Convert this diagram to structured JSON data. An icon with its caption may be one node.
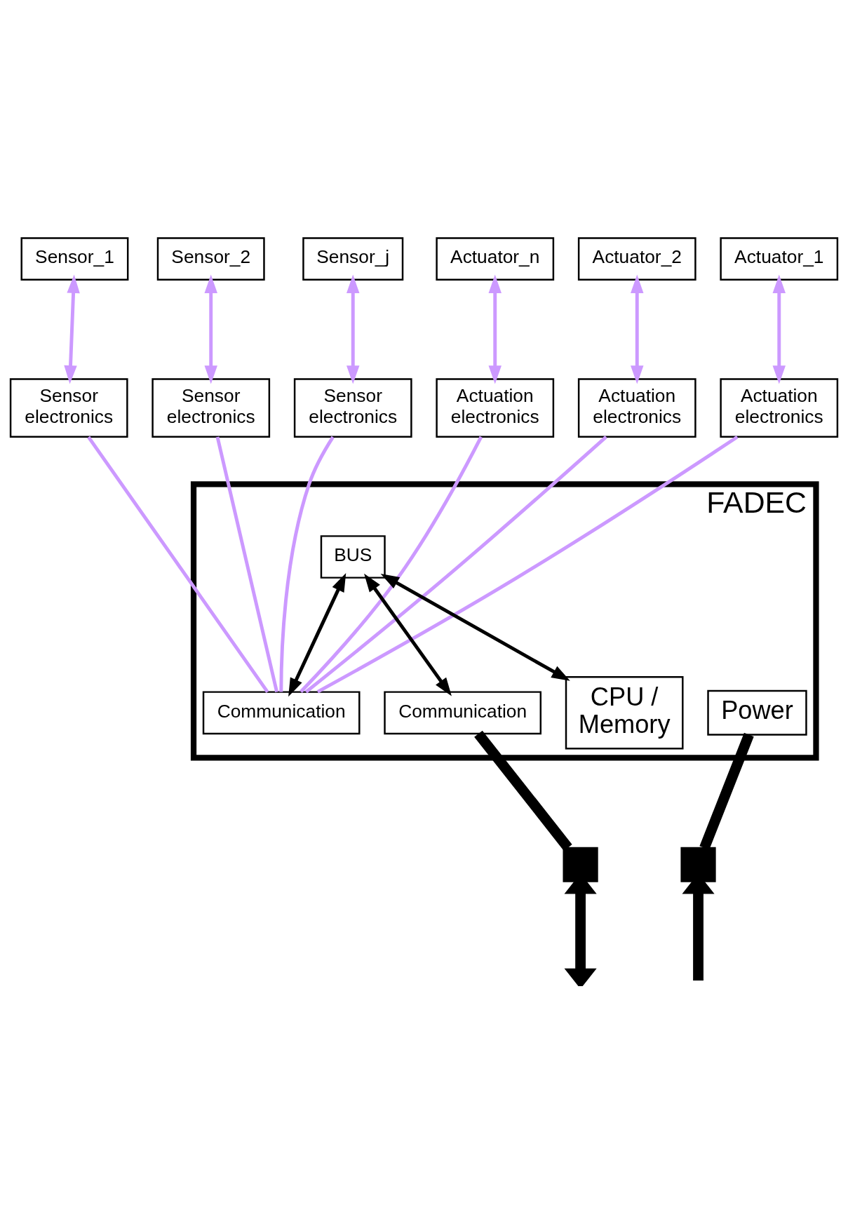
{
  "diagram": {
    "nodes": [
      {
        "text": [
          "Sensor_1"
        ]
      },
      {
        "text": [
          "Sensor_2"
        ]
      },
      {
        "text": [
          "Sensor_j"
        ]
      },
      {
        "text": [
          "Actuator_n"
        ]
      },
      {
        "text": [
          "Actuator_2"
        ]
      },
      {
        "text": [
          "Actuator_1"
        ]
      },
      {
        "text": [
          "Sensor electronics"
        ]
      },
      {
        "text": [
          "Sensor electronics"
        ]
      },
      {
        "text": [
          "Sensor electronics"
        ]
      },
      {
        "text": [
          "Actuation electronics"
        ]
      },
      {
        "text": [
          "Actuation electronics"
        ]
      },
      {
        "text": [
          "Actuation electronics"
        ]
      },
      {
        "text": [
          "FADEC"
        ]
      },
      {
        "text": [
          "BUS"
        ],
        "in": 12
      },
      {
        "text": [
          "Communication"
        ],
        "in": 12
      },
      {
        "text": [
          "Communication"
        ],
        "in": 12
      },
      {
        "text": [
          "CPU / Memory"
        ],
        "in": 12
      },
      {
        "text": [
          "Power"
        ],
        "in": 12
      },
      {
        "text": [],
        "shape": "box"
      },
      {
        "text": [],
        "shape": "box"
      }
    ],
    "edges": [
      {
        "from": 0,
        "to": 6,
        "arrow": "both"
      },
      {
        "from": 1,
        "to": 7,
        "arrow": "both"
      },
      {
        "from": 2,
        "to": 8,
        "arrow": "both"
      },
      {
        "from": 3,
        "to": 9,
        "arrow": "both"
      },
      {
        "from": 4,
        "to": 10,
        "arrow": "both"
      },
      {
        "from": 5,
        "to": 11,
        "arrow": "both"
      },
      {
        "from": 6,
        "to": 14,
        "arrow": "none"
      },
      {
        "from": 7,
        "to": 14,
        "arrow": "none"
      },
      {
        "from": 8,
        "to": 14,
        "arrow": "none"
      },
      {
        "from": 9,
        "to": 14,
        "arrow": "none"
      },
      {
        "from": 10,
        "to": 14,
        "arrow": "none"
      },
      {
        "from": 11,
        "to": 14,
        "arrow": "none"
      },
      {
        "from": 13,
        "to": 14,
        "arrow": "both",
        "color": "#000000"
      },
      {
        "from": 13,
        "to": 15,
        "arrow": "both",
        "color": "#000000"
      },
      {
        "from": 13,
        "to": 16,
        "arrow": "both",
        "color": "#000000"
      },
      {
        "from": 15,
        "to": 18,
        "arrow": "none",
        "style": "thick",
        "color": "#000000"
      },
      {
        "from": 18,
        "to": null,
        "arrow": "both",
        "style": "thick",
        "color": "#000000"
      },
      {
        "from": 17,
        "to": 19,
        "arrow": "none",
        "style": "thick",
        "color": "#000000"
      },
      {
        "from": null,
        "to": 19,
        "arrow": "to",
        "style": "thick",
        "color": "#000000"
      }
    ]
  }
}
